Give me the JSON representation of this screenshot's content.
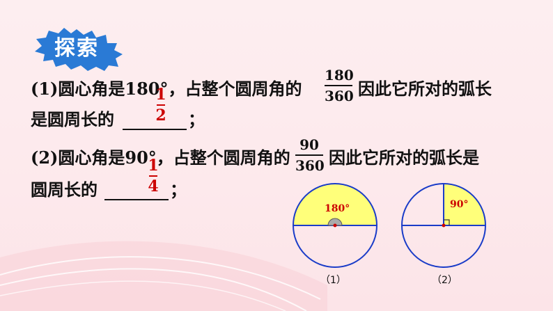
{
  "badge": {
    "title": "探索"
  },
  "item1": {
    "prefix": "(1)圆心角是180°，占整个圆周角的",
    "fraction": {
      "numerator": "180",
      "denominator": "360"
    },
    "suffix": "因此它所对的弧长",
    "line2_prefix": "是圆周长的",
    "line2_end": "；",
    "answer": {
      "numerator": "1",
      "denominator": "2"
    }
  },
  "item2": {
    "prefix": "(2)圆心角是90°，占整个圆周角的",
    "fraction": {
      "numerator": "90",
      "denominator": "360"
    },
    "suffix": "因此它所对的弧长是",
    "line2_prefix": "圆周长的",
    "line2_end": "；",
    "answer": {
      "numerator": "1",
      "denominator": "4"
    }
  },
  "figures": [
    {
      "angle_label": "180°",
      "caption": "（1）"
    },
    {
      "angle_label": "90°",
      "caption": "（2）"
    }
  ],
  "colors": {
    "badge_blue": "#2a7ad5",
    "sector_fill": "#ffff7a",
    "circle_stroke": "#1a3cc8",
    "answer_red": "#cc0000"
  }
}
